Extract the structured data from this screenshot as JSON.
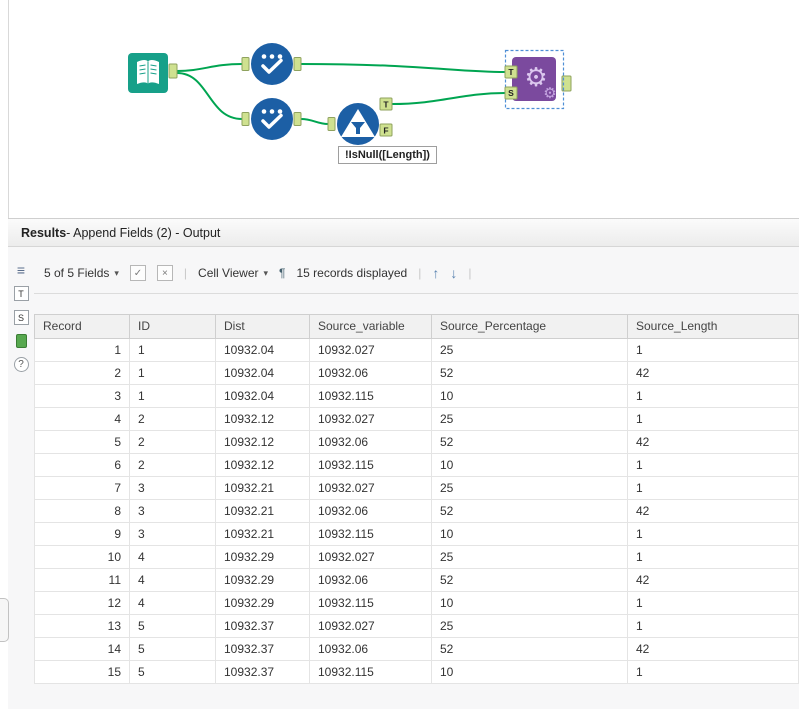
{
  "canvas": {
    "annotation_text": "!IsNull([Length])",
    "anchors": {
      "filter_true": "T",
      "filter_false": "F",
      "append_target": "T",
      "append_source": "S"
    }
  },
  "left_strip": {
    "t": "T",
    "s": "S"
  },
  "icons": {
    "list": "≡",
    "dropdown_caret": "▾",
    "check": "✓",
    "cross": "×",
    "pilcrow": "¶",
    "arrow_up": "↑",
    "arrow_down": "↓",
    "help": "?",
    "separator": "|",
    "gear": "⚙"
  },
  "results": {
    "title_bold": "Results",
    "title_rest": " - Append Fields (2) - Output",
    "toolbar": {
      "fields_dropdown": "5 of 5 Fields",
      "cell_viewer": "Cell Viewer",
      "records_displayed": "15 records displayed"
    },
    "table": {
      "columns": [
        "Record",
        "ID",
        "Dist",
        "Source_variable",
        "Source_Percentage",
        "Source_Length"
      ],
      "rows": [
        [
          "1",
          "1",
          "10932.04",
          "10932.027",
          "25",
          "1"
        ],
        [
          "2",
          "1",
          "10932.04",
          "10932.06",
          "52",
          "42"
        ],
        [
          "3",
          "1",
          "10932.04",
          "10932.115",
          "10",
          "1"
        ],
        [
          "4",
          "2",
          "10932.12",
          "10932.027",
          "25",
          "1"
        ],
        [
          "5",
          "2",
          "10932.12",
          "10932.06",
          "52",
          "42"
        ],
        [
          "6",
          "2",
          "10932.12",
          "10932.115",
          "10",
          "1"
        ],
        [
          "7",
          "3",
          "10932.21",
          "10932.027",
          "25",
          "1"
        ],
        [
          "8",
          "3",
          "10932.21",
          "10932.06",
          "52",
          "42"
        ],
        [
          "9",
          "3",
          "10932.21",
          "10932.115",
          "10",
          "1"
        ],
        [
          "10",
          "4",
          "10932.29",
          "10932.027",
          "25",
          "1"
        ],
        [
          "11",
          "4",
          "10932.29",
          "10932.06",
          "52",
          "42"
        ],
        [
          "12",
          "4",
          "10932.29",
          "10932.115",
          "10",
          "1"
        ],
        [
          "13",
          "5",
          "10932.37",
          "10932.027",
          "25",
          "1"
        ],
        [
          "14",
          "5",
          "10932.37",
          "10932.06",
          "52",
          "42"
        ],
        [
          "15",
          "5",
          "10932.37",
          "10932.115",
          "10",
          "1"
        ]
      ]
    }
  },
  "colors": {
    "connection_green": "#00a551",
    "tool_input_teal": "#17a089",
    "tool_select_blue": "#1c5fa5",
    "tool_append_purple": "#7b4a9e",
    "anchor_fill": "#cfe190",
    "selection_blue": "#4f8fd6"
  }
}
